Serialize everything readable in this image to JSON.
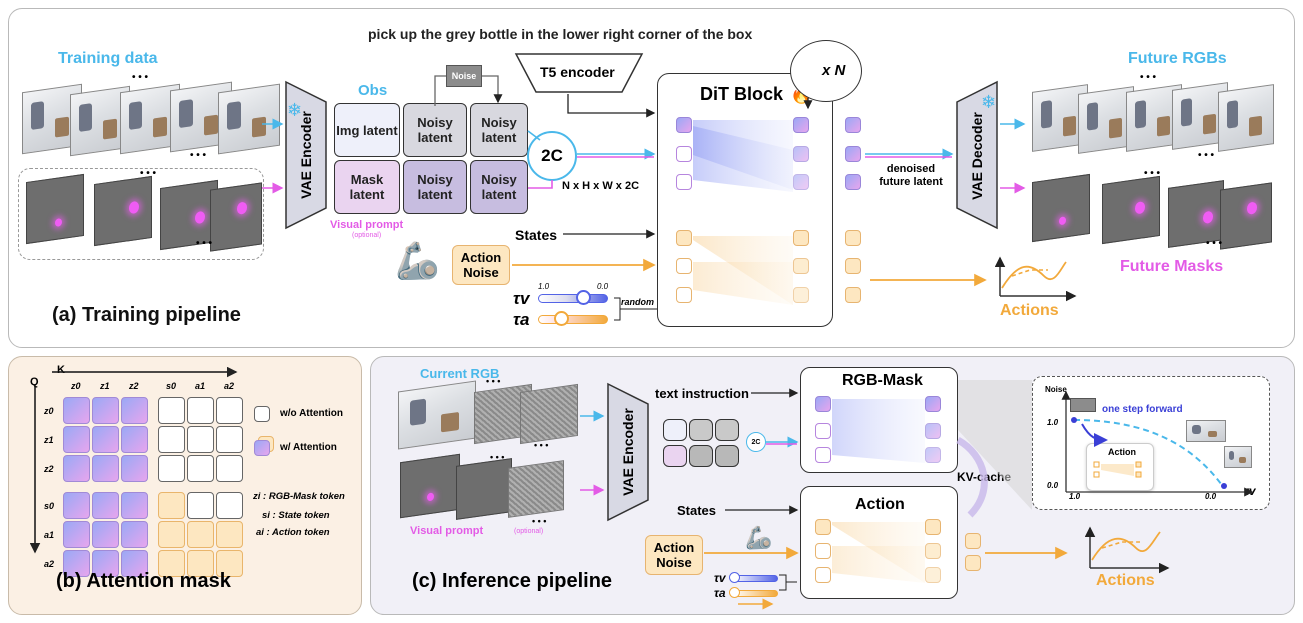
{
  "colors": {
    "blue": "#4ab8ea",
    "magenta": "#e35be6",
    "orange": "#f2a93b",
    "purple_fill": "#d9c9ef",
    "grey_fill": "#d8d8df",
    "panel_b_fill": "#fbf0e4",
    "panel_c_fill": "#f1f0f7"
  },
  "icons": [
    "snowflake-icon",
    "fire-icon",
    "robot-arm-icon",
    "loop-icon"
  ],
  "instruction": "pick up the grey bottle in the lower right corner of the box",
  "training": {
    "training_data": "Training data",
    "ellipsis": "• • •",
    "vae_encoder": "VAE Encoder",
    "obs": "Obs",
    "noise": "Noise",
    "img_latent": "Img latent",
    "mask_latent": "Mask latent",
    "noisy_latent": "Noisy latent",
    "visual_prompt": "Visual prompt",
    "optional": "(optional)",
    "two_c": "2C",
    "dims": "N x H x W x 2C",
    "t5_encoder": "T5 encoder",
    "dit_block": "DiT Block",
    "times_n": "x N",
    "states": "States",
    "action_noise": "Action Noise",
    "tau_v": "τv",
    "tau_a": "τa",
    "slider_hi": "1.0",
    "slider_lo": "0.0",
    "random": "random",
    "denoised": "denoised future latent",
    "vae_decoder": "VAE Decoder",
    "future_rgbs": "Future RGBs",
    "future_masks": "Future Masks",
    "actions": "Actions",
    "caption": "(a) Training pipeline"
  },
  "attention": {
    "k": "K",
    "q": "Q",
    "cols": [
      "z0",
      "z1",
      "z2",
      "s0",
      "a1",
      "a2"
    ],
    "rows": [
      "z0",
      "z1",
      "z2",
      "s0",
      "a1",
      "a2"
    ],
    "legend_wo": "w/o Attention",
    "legend_w": "w/ Attention",
    "z_def": "zi : RGB-Mask token",
    "s_def": "si : State token",
    "a_def": "ai : Action token",
    "caption": "(b) Attention mask"
  },
  "inference": {
    "current_rgb": "Current RGB",
    "text_instruction": "text instruction",
    "vae_encoder": "VAE Encoder",
    "visual_prompt": "Visual prompt",
    "optional": "(optional)",
    "two_c": "2C",
    "rgb_mask": "RGB-Mask",
    "kv_cache": "KV-cache",
    "states": "States",
    "action": "Action",
    "action_noise": "Action Noise",
    "tau_v": "τv",
    "tau_a": "τa",
    "actions": "Actions",
    "noise_axis": "Noise",
    "y_hi": "1.0",
    "y_lo": "0.0",
    "x_hi": "1.0",
    "x_lo": "0.0",
    "tau_axis": "τv",
    "one_step": "one step forward",
    "inset_action": "Action",
    "caption": "(c) Inference pipeline"
  }
}
